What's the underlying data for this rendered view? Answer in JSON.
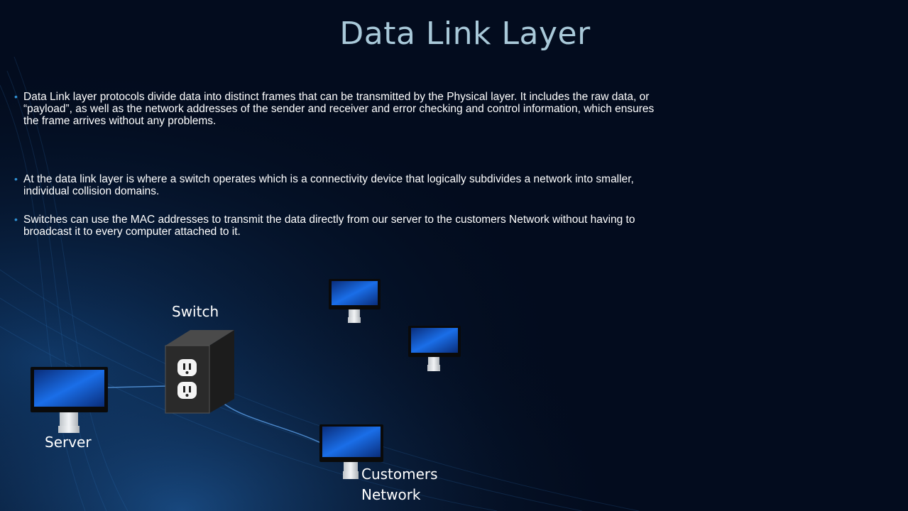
{
  "slide": {
    "title": "Data Link Layer",
    "bullets": [
      "Data Link layer protocols divide data into distinct frames that can be transmitted by the Physical layer.  It includes the raw data, or “payload”, as well as the network addresses of the sender and receiver and error checking and control information, which ensures the frame arrives without any problems.",
      "At the data link layer is where a switch operates which is a connectivity device that logically subdivides a network into smaller, individual collision domains.",
      "Switches can use the MAC addresses to transmit the data directly from our server to the customers Network without having to broadcast it to every computer attached to it."
    ]
  },
  "diagram": {
    "switch_label": "Switch",
    "server_label": "Server",
    "customers_label_line1": "Customers",
    "customers_label_line2": "Network"
  },
  "colors": {
    "background": "#030c1e",
    "title": "#a9c9d9",
    "bullet_marker": "#2f8fd2",
    "cable": "#4a86c8",
    "screen_blue": "#1565d8"
  },
  "icons": [
    "monitor-icon",
    "switch-outlet-icon"
  ]
}
